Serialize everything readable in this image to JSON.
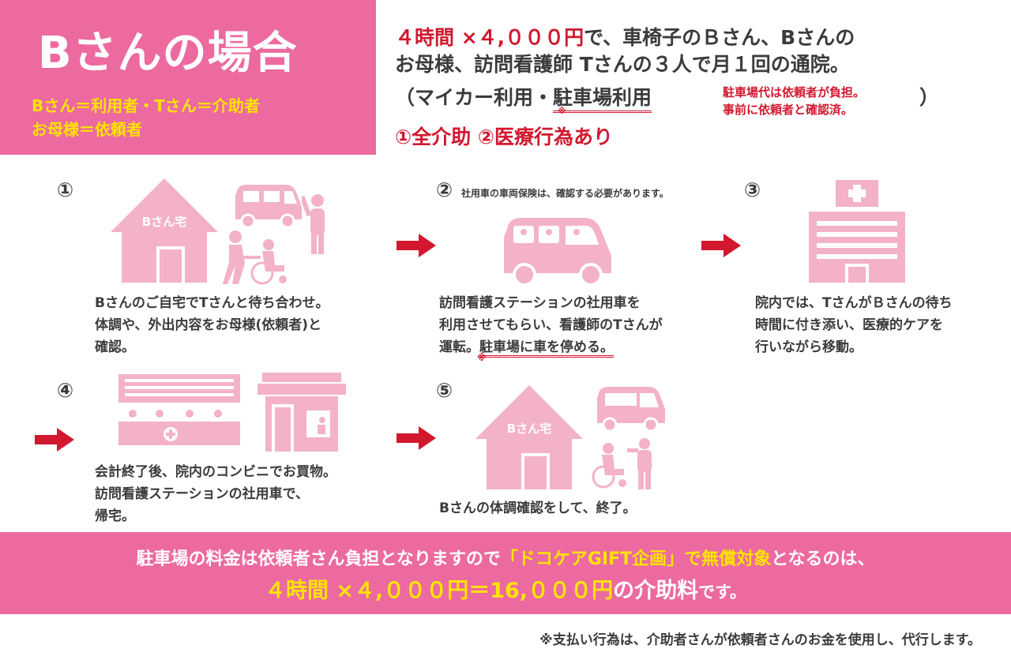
{
  "title": {
    "main": "Bさんの場合",
    "sub1": "Bさん＝利用者・Tさん＝介助者",
    "sub2": "お母様＝依頼者"
  },
  "header": {
    "line1_red": "４時間 ×４,０００円",
    "line1_rest": "で、車椅子のＢさん、Bさんの",
    "line2": "お母様、訪問看護師 Tさんの３人で月１回の通院。",
    "line3_open": "（マイカー利用・",
    "line3_underlined": "駐車場利用",
    "kome": "※",
    "note_line1": "駐車場代は依頼者が負担。",
    "note_line2": "事前に依頼者と確認済。",
    "line3_close": "）",
    "line4": "①全介助 ②医療行為あり"
  },
  "steps": [
    {
      "num": "①",
      "line1": "Bさんのご自宅でTさんと待ち合わせ。",
      "line2": "体調や、外出内容をお母様(依頼者)と",
      "line3": "確認。",
      "house_label": "Bさん宅"
    },
    {
      "num": "②",
      "note": "社用車の車両保険は、確認する必要があります。",
      "line1": "訪問看護ステーションの社用車を",
      "line2": "利用させてもらい、看護師のTさんが",
      "line3a": "運転。",
      "line3b": "駐車場に車を停める。",
      "kome": "※"
    },
    {
      "num": "③",
      "line1": "院内では、TさんがＢさんの待ち",
      "line2": "時間に付き添い、医療的ケアを",
      "line3": "行いながら移動。"
    },
    {
      "num": "④",
      "line1": "会計終了後、院内のコンビニでお買物。",
      "line2": "訪問看護ステーションの社用車で、",
      "line3": "帰宅。"
    },
    {
      "num": "⑤",
      "line1": "Bさんの体調確認をして、終了。",
      "house_label": "Bさん宅"
    }
  ],
  "footer": {
    "l1_a": "駐車場の料金は依頼者さん負担となりますので",
    "l1_b": "「ドコケアGIFT企画」で無償対象",
    "l1_c": "となるのは、",
    "l2_a": "４時間 ×４,０００円＝16,０００円",
    "l2_b": "の介助料",
    "l2_c": "です。"
  },
  "footnote": "※支払い行為は、介助者さんが依頼者さんのお金を使用し、代行します。",
  "colors": {
    "pink_band": "#ec6a9f",
    "illustration_pink": "#f3b2c8",
    "red": "#d2182f",
    "yellow": "#ffe400"
  },
  "icons": [
    "house-icon",
    "van-icon",
    "caregiver-wheelchair-icon",
    "waving-person-icon",
    "hospital-icon",
    "reception-counter-icon",
    "convenience-store-icon",
    "arrow-right-icon"
  ]
}
